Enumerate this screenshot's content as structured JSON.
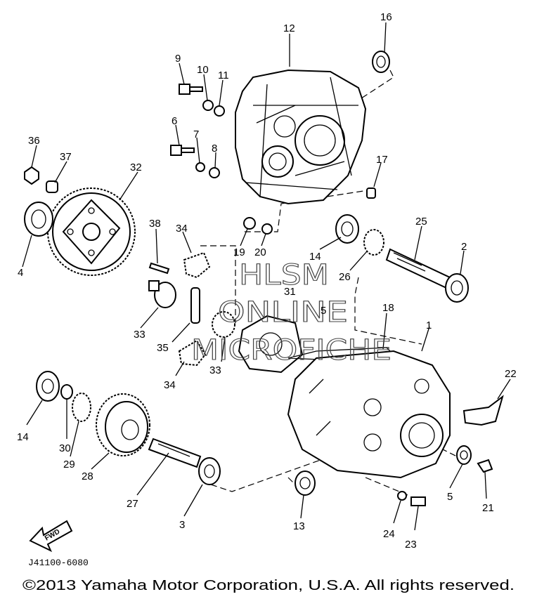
{
  "watermark": {
    "line1": "HLSM",
    "line2": "ONLINE",
    "line3": "MICROFICHE"
  },
  "diagram_code": "J41100-6080",
  "copyright": "©2013 Yamaha Motor Corporation, U.S.A. All rights reserved.",
  "fwd_label": "FWD",
  "callouts": {
    "p1": "1",
    "p2": "2",
    "p3": "3",
    "p4": "4",
    "p5a": "5",
    "p5b": "5",
    "p6": "6",
    "p7": "7",
    "p8": "8",
    "p9": "9",
    "p10": "10",
    "p11": "11",
    "p12": "12",
    "p13": "13",
    "p14a": "14",
    "p14b": "14",
    "p16": "16",
    "p17": "17",
    "p18": "18",
    "p19": "19",
    "p20": "20",
    "p21": "21",
    "p22": "22",
    "p23": "23",
    "p24": "24",
    "p25": "25",
    "p26": "26",
    "p27": "27",
    "p28": "28",
    "p29": "29",
    "p30": "30",
    "p31": "31",
    "p32": "32",
    "p33a": "33",
    "p33b": "33",
    "p34a": "34",
    "p34b": "34",
    "p35": "35",
    "p36": "36",
    "p37": "37",
    "p38": "38"
  }
}
